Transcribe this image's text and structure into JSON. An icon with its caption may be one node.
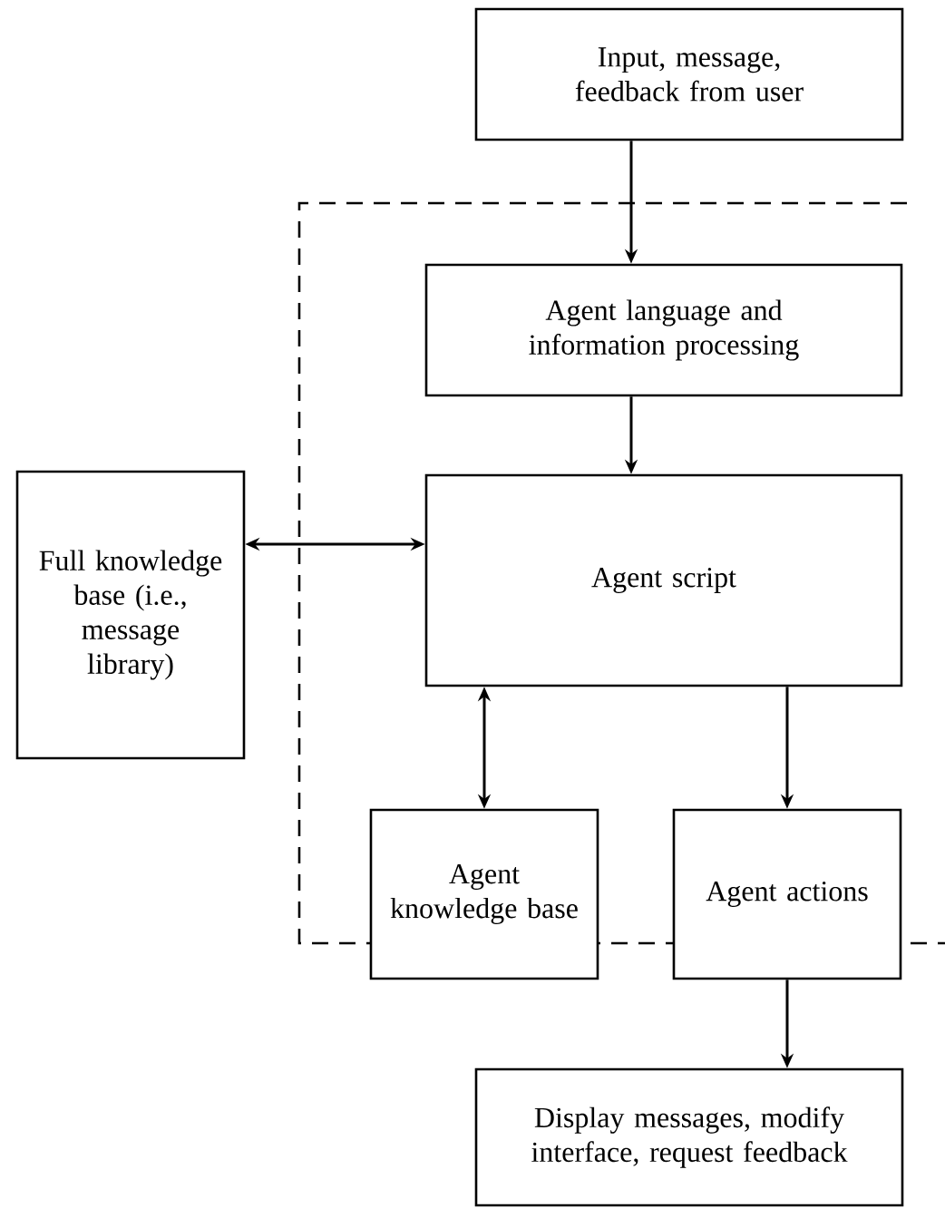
{
  "diagram": {
    "nodes": [
      {
        "text": [
          "Input, message, feedback from user"
        ]
      },
      {
        "text": [
          "Agent language and information processing"
        ]
      },
      {
        "text": [
          "Full knowledge base (i.e., message library)"
        ]
      },
      {
        "text": [
          "Agent script"
        ]
      },
      {
        "text": [
          "Agent knowledge base"
        ]
      },
      {
        "text": [
          "Agent actions"
        ]
      },
      {
        "text": [
          "Display messages, modify interface, request feedback"
        ]
      }
    ],
    "edges": [
      {
        "from": 0,
        "to": 1,
        "arrow": "to"
      },
      {
        "from": 1,
        "to": 3,
        "arrow": "to"
      },
      {
        "from": 2,
        "to": 3,
        "arrow": "both"
      },
      {
        "from": 3,
        "to": 4,
        "arrow": "both"
      },
      {
        "from": 3,
        "to": 5,
        "arrow": "to"
      },
      {
        "from": 5,
        "to": 6,
        "arrow": "to"
      }
    ]
  }
}
